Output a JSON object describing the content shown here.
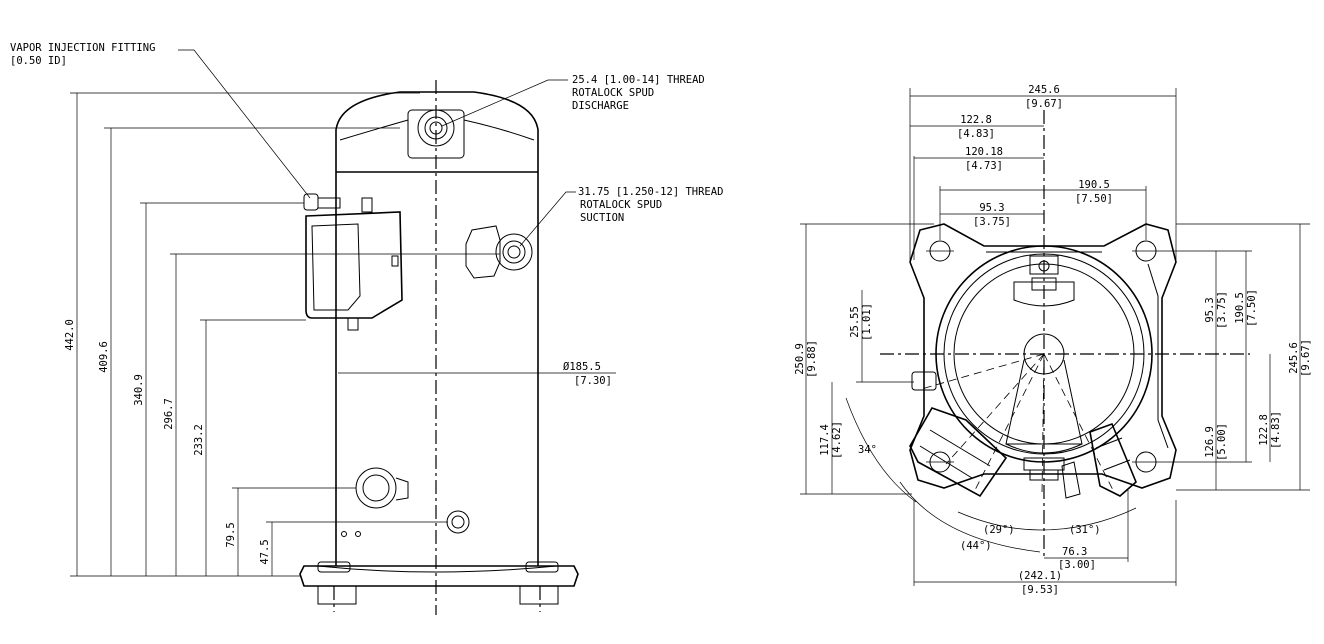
{
  "left_view": {
    "labels": {
      "vapor_injection": "VAPOR INJECTION FITTING",
      "vapor_injection_size": "[0.50 ID]",
      "discharge_thread": "25.4 [1.00-14] THREAD",
      "discharge_spud": "ROTALOCK SPUD",
      "discharge": "DISCHARGE",
      "suction_thread": "31.75 [1.250-12] THREAD",
      "suction_spud": "ROTALOCK SPUD",
      "suction": "SUCTION",
      "diameter": "Ø185.5",
      "diameter_in": "[7.30]"
    },
    "vertical_dims": [
      "442.0",
      "409.6",
      "340.9",
      "296.7",
      "233.2",
      "79.5",
      "47.5"
    ]
  },
  "right_view": {
    "top_dims": {
      "d1": "245.6",
      "d1_in": "[9.67]",
      "d2": "122.8",
      "d2_in": "[4.83]",
      "d3": "120.18",
      "d3_in": "[4.73]",
      "d4": "190.5",
      "d4_in": "[7.50]",
      "d5": "95.3",
      "d5_in": "[3.75]"
    },
    "left_dims": {
      "a": "25.55",
      "a_in": "[1.01]",
      "b": "250.9",
      "b_in": "[9.88]",
      "c": "117.4",
      "c_in": "[4.62]"
    },
    "right_dims": {
      "a": "95.3",
      "a_in": "[3.75]",
      "b": "190.5",
      "b_in": "[7.50]",
      "c": "245.6",
      "c_in": "[9.67]",
      "d": "126.9",
      "d_in": "[5.00]",
      "e": "122.8",
      "e_in": "[4.83]"
    },
    "angles": {
      "a34": "34°",
      "a29": "(29°)",
      "a31": "(31°)",
      "a44": "(44°)"
    },
    "bottom_dims": {
      "a": "76.3",
      "a_in": "[3.00]",
      "b": "(242.1)",
      "b_in": "[9.53]"
    }
  }
}
